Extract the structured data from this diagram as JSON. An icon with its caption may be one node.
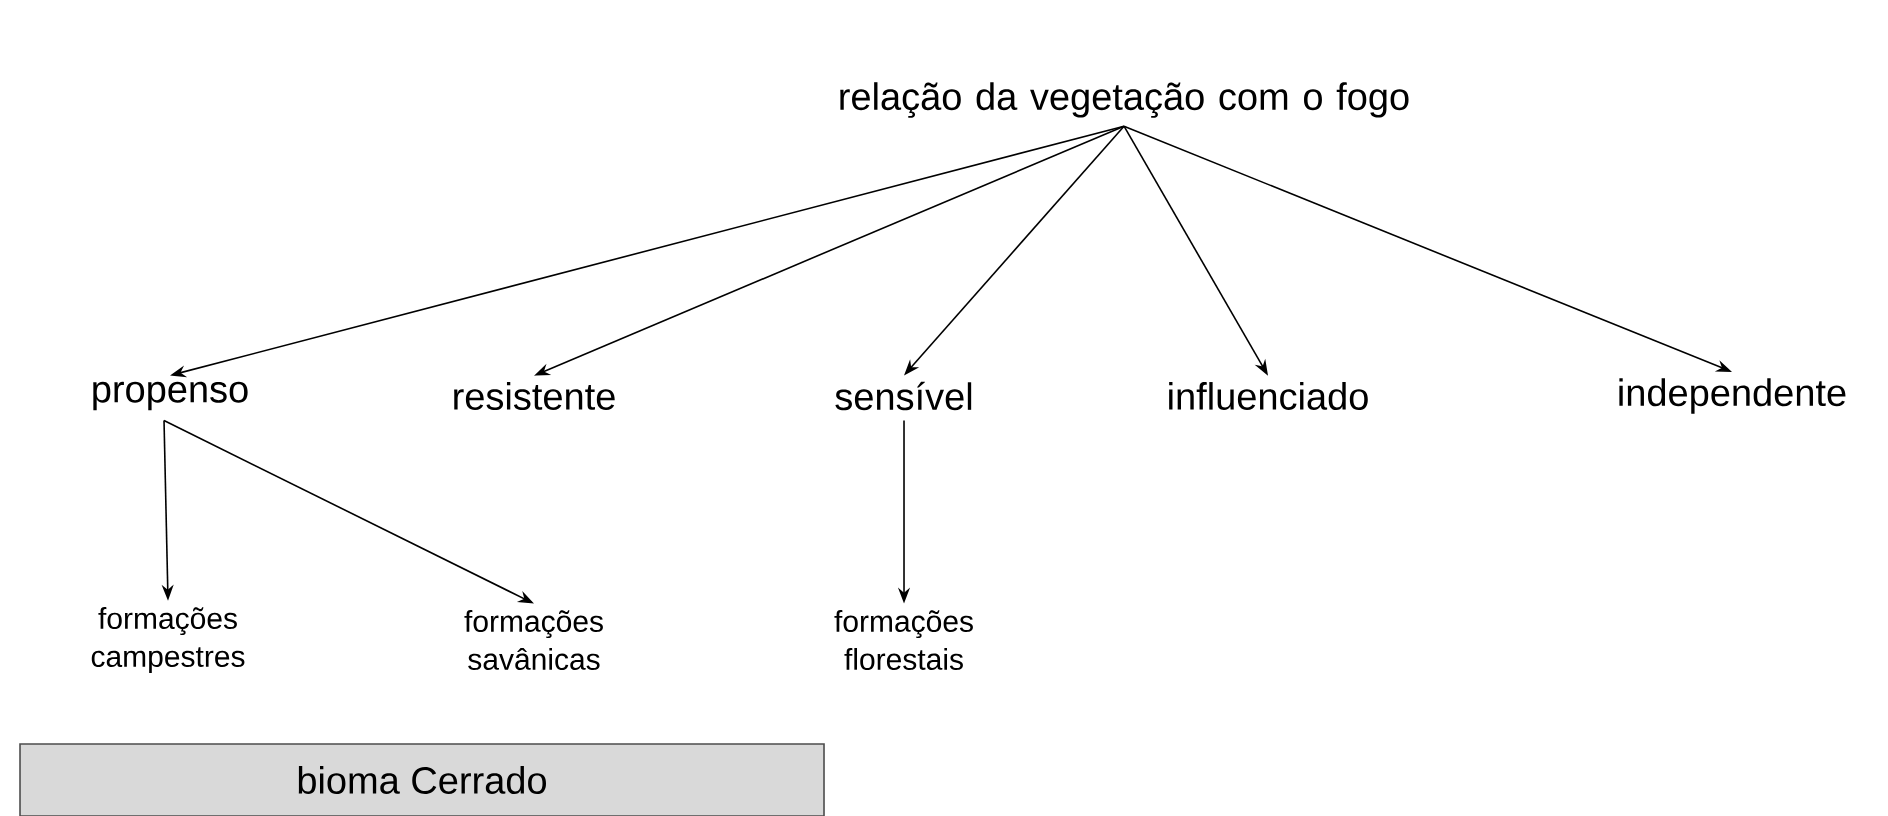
{
  "diagram": {
    "nodes": [
      {
        "text": [
          "relação da vegetação com o fogo"
        ]
      },
      {
        "text": [
          "propenso"
        ]
      },
      {
        "text": [
          "resistente"
        ]
      },
      {
        "text": [
          "sensível"
        ]
      },
      {
        "text": [
          "influenciado"
        ]
      },
      {
        "text": [
          "independente"
        ]
      },
      {
        "text": [
          "formações campestres"
        ]
      },
      {
        "text": [
          "formações savânicas"
        ]
      },
      {
        "text": [
          "formações florestais"
        ]
      },
      {
        "text": [
          "bioma Cerrado"
        ]
      }
    ],
    "edges": [
      {
        "from": 0,
        "to": 1,
        "arrow": "to"
      },
      {
        "from": 0,
        "to": 2,
        "arrow": "to"
      },
      {
        "from": 0,
        "to": 3,
        "arrow": "to"
      },
      {
        "from": 0,
        "to": 4,
        "arrow": "to"
      },
      {
        "from": 0,
        "to": 5,
        "arrow": "to"
      },
      {
        "from": 1,
        "to": 6,
        "arrow": "to"
      },
      {
        "from": 1,
        "to": 7,
        "arrow": "to"
      },
      {
        "from": 3,
        "to": 8,
        "arrow": "to"
      }
    ]
  }
}
